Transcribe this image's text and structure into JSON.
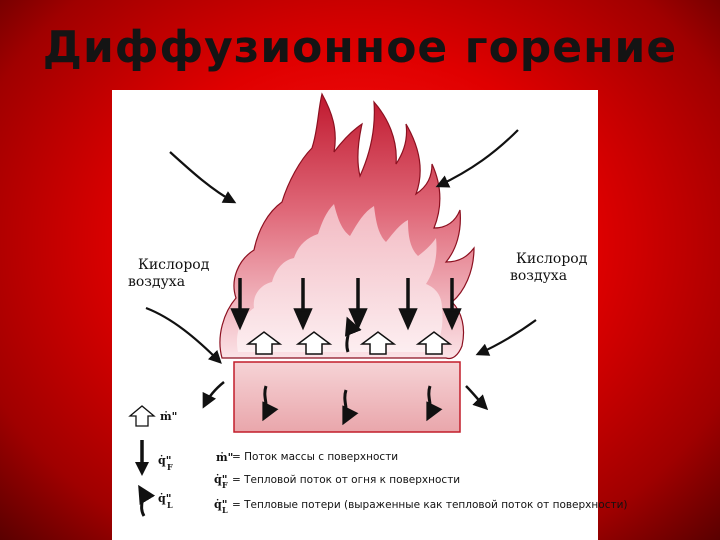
{
  "slide": {
    "title": "Диффузионное горение"
  },
  "figure": {
    "oxygen_left": {
      "line1": "Кислород",
      "line2": "воздуха"
    },
    "oxygen_right": {
      "line1": "Кислород",
      "line2": "воздуха"
    },
    "legend": [
      {
        "symbol": "ṁ\"",
        "text": "= Поток массы с поверхности"
      },
      {
        "symbol": "q̇F\"",
        "text": "= Тепловой поток от огня к поверхности"
      },
      {
        "symbol": "q̇L\"",
        "text": "= Тепловые потери (выраженные как тепловой поток от поверхности)"
      }
    ],
    "colors": {
      "flame_dark": "#b81830",
      "flame_light": "#f3c4cc",
      "arrow": "#111111",
      "fuel_fill": "#f2c6c9",
      "fuel_border": "#c21d2a"
    }
  }
}
